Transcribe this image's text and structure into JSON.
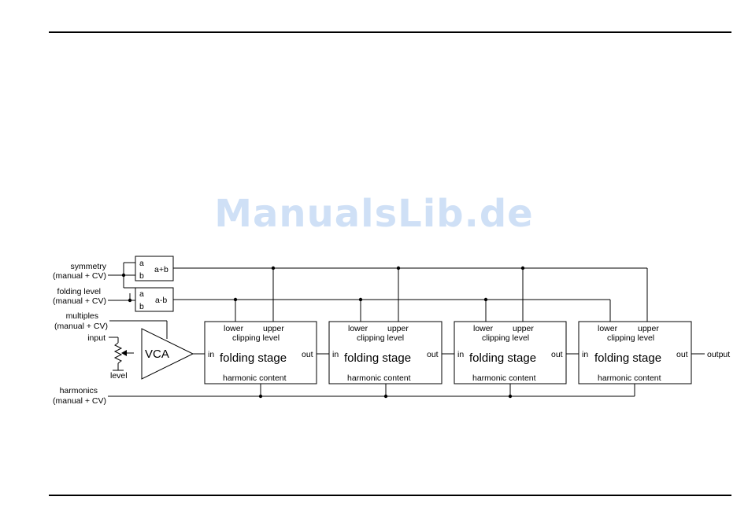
{
  "watermark": "ManualsLib.de",
  "inputs": {
    "symmetry": [
      "symmetry",
      "(manual + CV)"
    ],
    "folding_level": [
      "folding level",
      "(manual + CV)"
    ],
    "multiples": [
      "multiples",
      "(manual + CV)"
    ],
    "input": "input",
    "level": "level",
    "harmonics": [
      "harmonics",
      "(manual + CV)"
    ]
  },
  "mixers": [
    {
      "in_a": "a",
      "in_b": "b",
      "out": "a+b"
    },
    {
      "in_a": "a",
      "in_b": "b",
      "out": "a-b"
    }
  ],
  "vca": "VCA",
  "stages": [
    {
      "lower": "lower",
      "upper": "upper",
      "clipping": "clipping level",
      "title": "folding stage",
      "harmonic": "harmonic content",
      "in": "in",
      "out": "out"
    },
    {
      "lower": "lower",
      "upper": "upper",
      "clipping": "clipping level",
      "title": "folding stage",
      "harmonic": "harmonic content",
      "in": "in",
      "out": "out"
    },
    {
      "lower": "lower",
      "upper": "upper",
      "clipping": "clipping level",
      "title": "folding stage",
      "harmonic": "harmonic content",
      "in": "in",
      "out": "out"
    },
    {
      "lower": "lower",
      "upper": "upper",
      "clipping": "clipping level",
      "title": "folding stage",
      "harmonic": "harmonic content",
      "in": "in",
      "out": "out"
    }
  ],
  "output": "output"
}
